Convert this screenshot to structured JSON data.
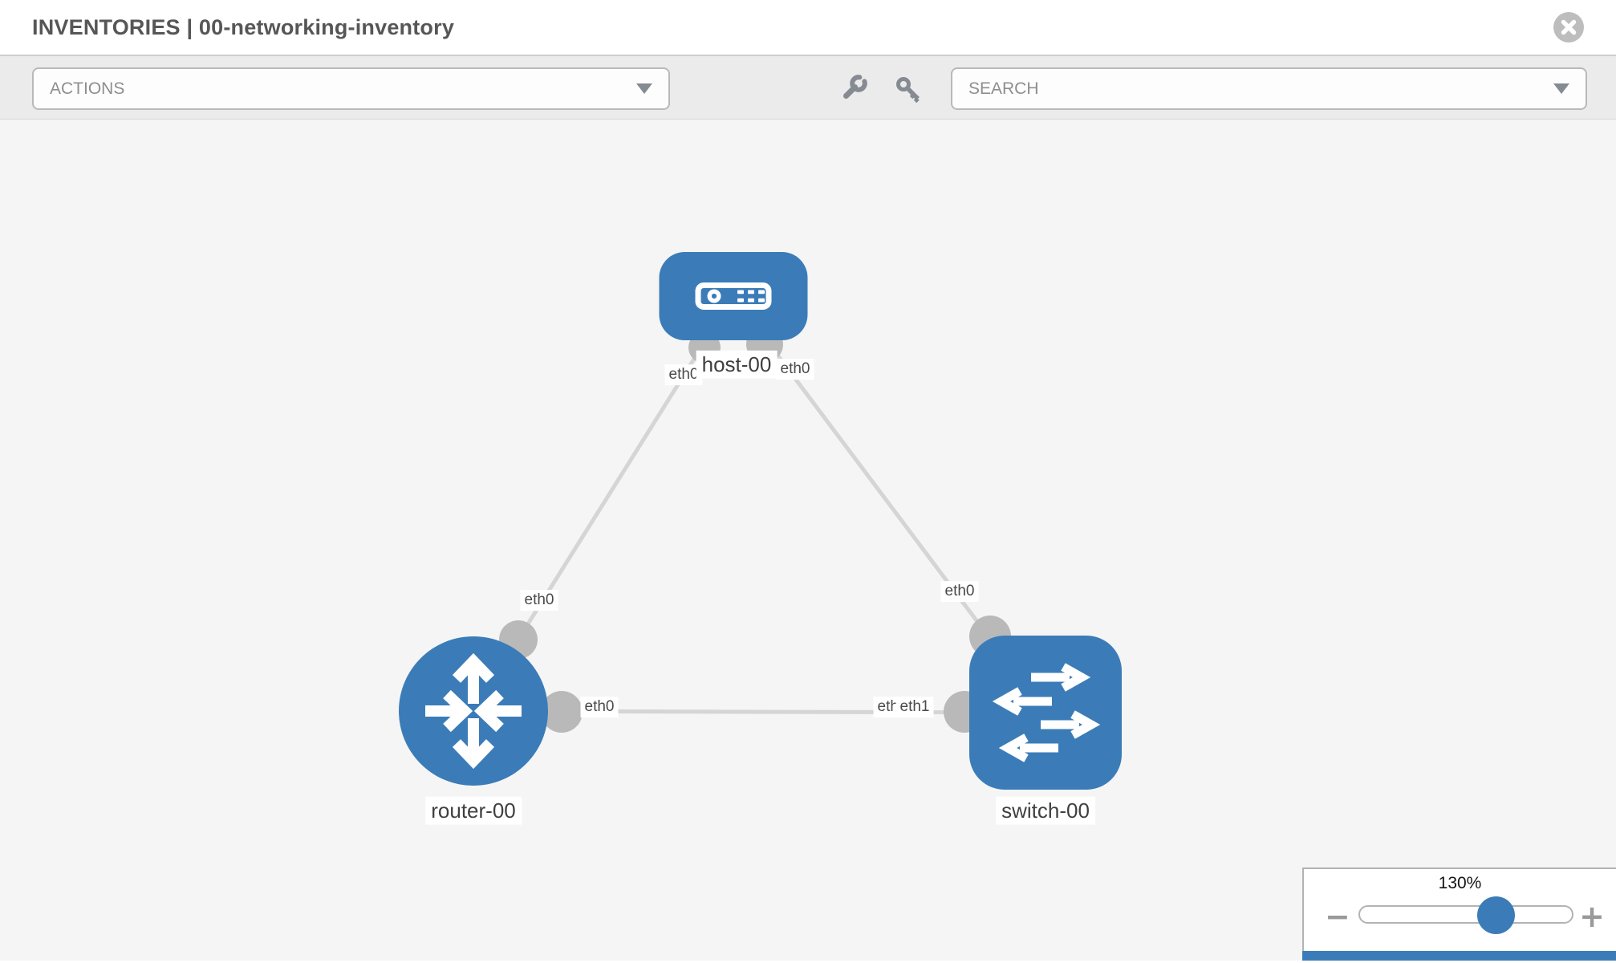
{
  "window": {
    "title": "INVENTORIES | 00-networking-inventory"
  },
  "toolbar": {
    "actions_label": "ACTIONS",
    "search_label": "SEARCH"
  },
  "topology": {
    "nodes": [
      {
        "id": "host-00",
        "type": "host",
        "label": "host-00"
      },
      {
        "id": "router-00",
        "type": "router",
        "label": "router-00"
      },
      {
        "id": "switch-00",
        "type": "switch",
        "label": "switch-00"
      }
    ],
    "links": [
      {
        "source": "host-00",
        "target": "router-00",
        "source_interface": "eth0",
        "target_interface": "eth0"
      },
      {
        "source": "host-00",
        "target": "switch-00",
        "source_interface": "eth0",
        "target_interface": "eth0"
      },
      {
        "source": "router-00",
        "target": "switch-00",
        "source_interface": "eth0",
        "target_interface": "eth1",
        "target_interface_overlapped": "eth1"
      }
    ]
  },
  "zoom": {
    "level": "130%",
    "zoom_out_label": "−",
    "zoom_in_label": "+"
  },
  "colors": {
    "node_blue": "#3b7cb8",
    "link_gray": "#d5d5d5",
    "interface_dot_gray": "#b9b9b9",
    "accent_bar_blue": "#3b7cb8"
  }
}
